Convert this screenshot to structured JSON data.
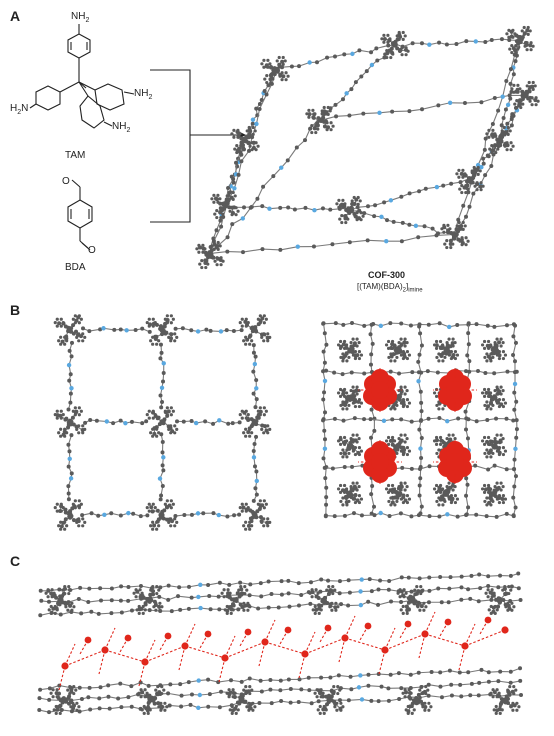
{
  "panels": {
    "a": "A",
    "b": "B",
    "c": "C"
  },
  "labels": {
    "tam": "TAM",
    "bda": "BDA",
    "nh2_top": "NH",
    "nh2_left": "H",
    "nh2_right_upper": "NH",
    "nh2_right_lower": "NH",
    "sub2": "2",
    "product_name": "COF-300",
    "product_formula_main": "[(TAM)(BDA)",
    "product_formula_sub": "2",
    "product_formula_end": "]",
    "product_formula_topology": "imine",
    "aldehyde_o": "O"
  },
  "colors": {
    "carbon": "#5a5a5a",
    "nitrogen": "#59a8e0",
    "oxygen": "#e0261b",
    "bond": "#6f6f6f"
  }
}
